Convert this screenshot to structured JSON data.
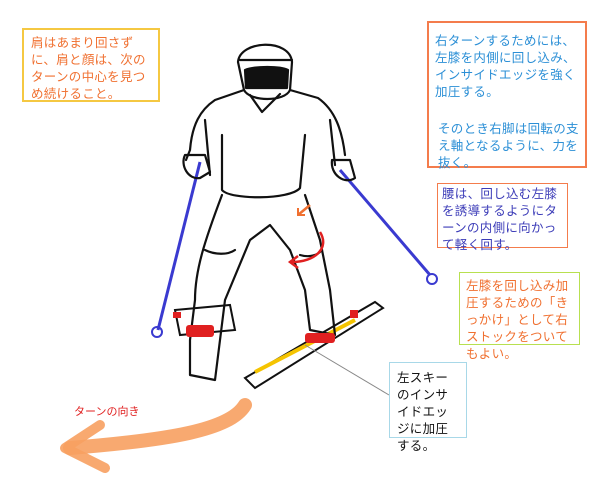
{
  "title_note": "",
  "notes": {
    "shoulders": "肩はあまり回さずに、肩と顔は、次のターンの中心を見つめ続けること。",
    "right_turn_1": "右ターンするためには、左膝を内側に回し込み、インサイドエッジを強く加圧する。",
    "right_turn_2": "そのとき右脚は回転の支え軸となるように、力を抜く。",
    "hips": "腰は、回し込む左膝を誘導するようにターンの内側に向かって軽く回す。",
    "pole": "左膝を回し込み加圧するための「きっかけ」として右ストックをついてもよい。",
    "left_ski": "左スキーのインサイドエッジに加圧する。"
  },
  "turn_direction_label": "ターンの向き",
  "colors": {
    "orange_text": "#f07030",
    "blue_text": "#2b8fd6",
    "purple_text": "#3c3cb8",
    "pole": "#3a3ad0",
    "boot_red": "#e02020",
    "arrow_orange": "#f7a060",
    "edge_yellow": "#f5c400"
  }
}
